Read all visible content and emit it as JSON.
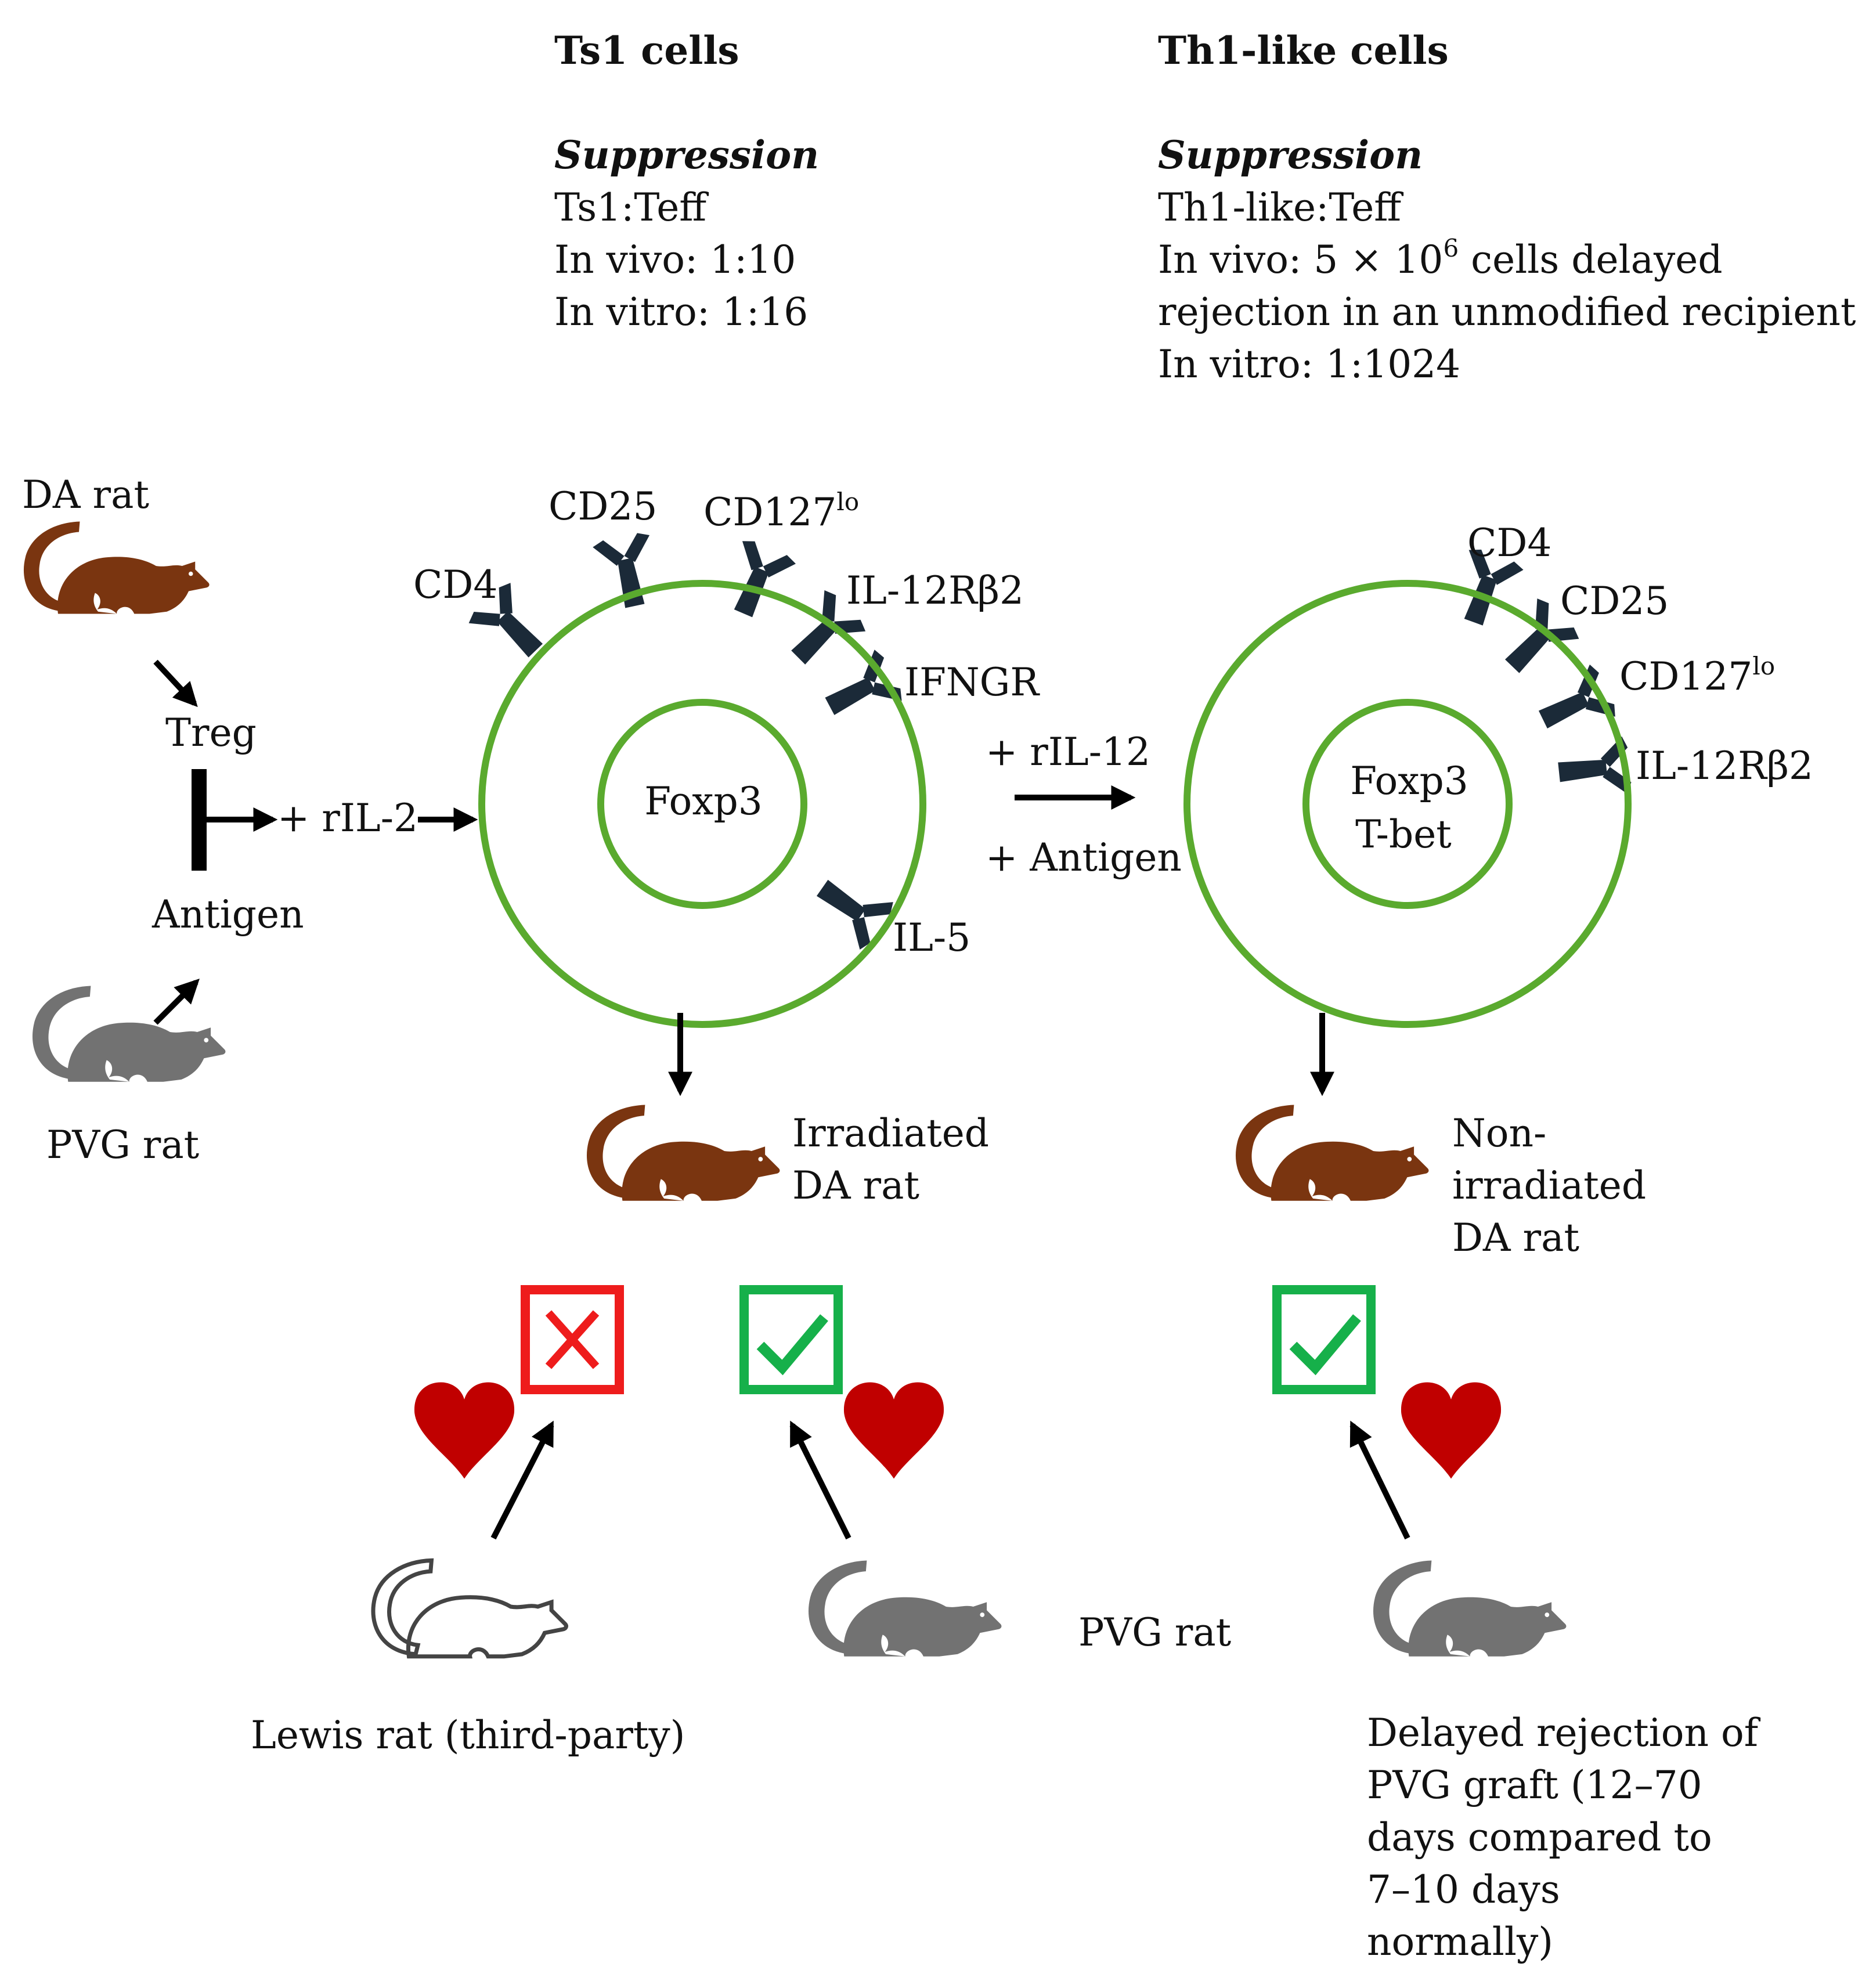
{
  "ts1": {
    "title": "Ts1 cells",
    "suppression": "Suppression",
    "ratio": "Ts1:Teff",
    "in_vivo": "In vivo: 1:10",
    "in_vitro": "In vitro: 1:16"
  },
  "th1": {
    "title": "Th1-like cells",
    "suppression": "Suppression",
    "ratio": "Th1-like:Teff",
    "in_vivo_a": "In vivo: 5 × 10",
    "in_vivo_exp": "6",
    "in_vivo_b": " cells delayed",
    "in_vivo_line2": "rejection in an unmodified recipient",
    "in_vitro": "In vitro: 1:1024"
  },
  "left": {
    "da_rat": "DA rat",
    "treg": "Treg",
    "ril2": "+ rIL-2",
    "antigen": "Antigen",
    "pvg_rat": "PVG rat"
  },
  "cell1": {
    "nucleus": "Foxp3",
    "markers": {
      "cd4": "CD4",
      "cd25": "CD25",
      "cd127": "CD127",
      "cd127_sup": "lo",
      "il12": "IL-12Rβ2",
      "ifngr": "IFNGR",
      "il5": "IL-5"
    }
  },
  "transition": {
    "ril12": "+ rIL-12",
    "antigen": "+ Antigen"
  },
  "cell2": {
    "nucleus_1": "Foxp3",
    "nucleus_2": "T-bet",
    "markers": {
      "cd4": "CD4",
      "cd25": "CD25",
      "cd127": "CD127",
      "cd127_sup": "lo",
      "il12": "IL-12Rβ2"
    }
  },
  "recipients": {
    "irradiated_1": "Irradiated",
    "irradiated_2": "DA rat",
    "nonirr_1": "Non-",
    "nonirr_2": "irradiated",
    "nonirr_3": "DA rat"
  },
  "outcomes": {
    "lewis": "Lewis rat (third-party)",
    "pvg": "PVG rat",
    "delayed_1": "Delayed rejection of",
    "delayed_2": "PVG graft (12–70",
    "delayed_3": "days compared to",
    "delayed_4": "7–10 days",
    "delayed_5": "normally)"
  },
  "colors": {
    "cell_ring": "#5aaa2e",
    "receptor": "#1b2a38",
    "da_rat": "#7a3510",
    "pvg_rat": "#727272",
    "heart": "#c00000",
    "reject": "#ee1c1c",
    "accept": "#16b04a"
  }
}
